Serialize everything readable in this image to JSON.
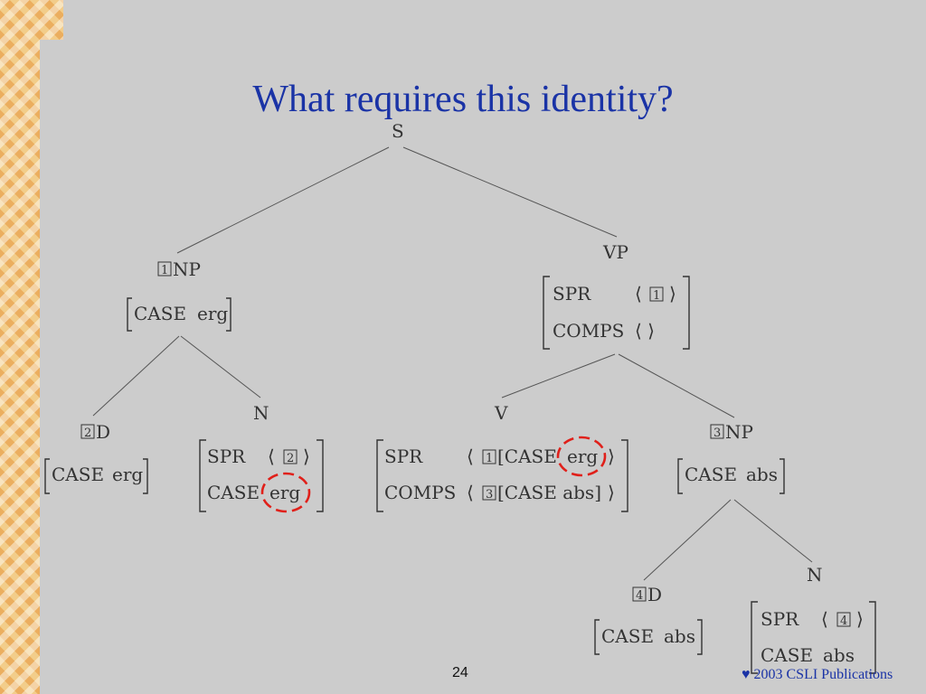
{
  "slide": {
    "title": "What requires this identity?",
    "page_number": "24",
    "copyright": "♥ 2003 CSLI Publications"
  },
  "tree": {
    "root": "S",
    "np1": {
      "tag": "1",
      "label": "NP",
      "avm": [
        [
          "CASE",
          "erg"
        ]
      ]
    },
    "vp": {
      "label": "VP",
      "avm": [
        [
          "SPR",
          "⟨",
          "1",
          "⟩"
        ],
        [
          "COMPS",
          "⟨ ⟩"
        ]
      ]
    },
    "d2": {
      "tag": "2",
      "label": "D",
      "avm": [
        [
          "CASE",
          "erg"
        ]
      ]
    },
    "n_left": {
      "label": "N",
      "spr_key": "SPR",
      "spr_tag": "2",
      "case_key": "CASE",
      "case_val": "erg"
    },
    "v": {
      "label": "V",
      "spr_key": "SPR",
      "spr_tag": "1",
      "spr_case": "[CASE",
      "spr_val": "erg",
      "comps_key": "COMPS",
      "comps_tag": "3",
      "comps_case": "[CASE abs]"
    },
    "np3": {
      "tag": "3",
      "label": "NP",
      "avm": [
        [
          "CASE",
          "abs"
        ]
      ]
    },
    "d4": {
      "tag": "4",
      "label": "D",
      "avm": [
        [
          "CASE",
          "abs"
        ]
      ]
    },
    "n_right": {
      "label": "N",
      "spr_key": "SPR",
      "spr_tag": "4",
      "case_key": "CASE",
      "case_val": "abs"
    },
    "highlight_color": "#e0201a"
  }
}
